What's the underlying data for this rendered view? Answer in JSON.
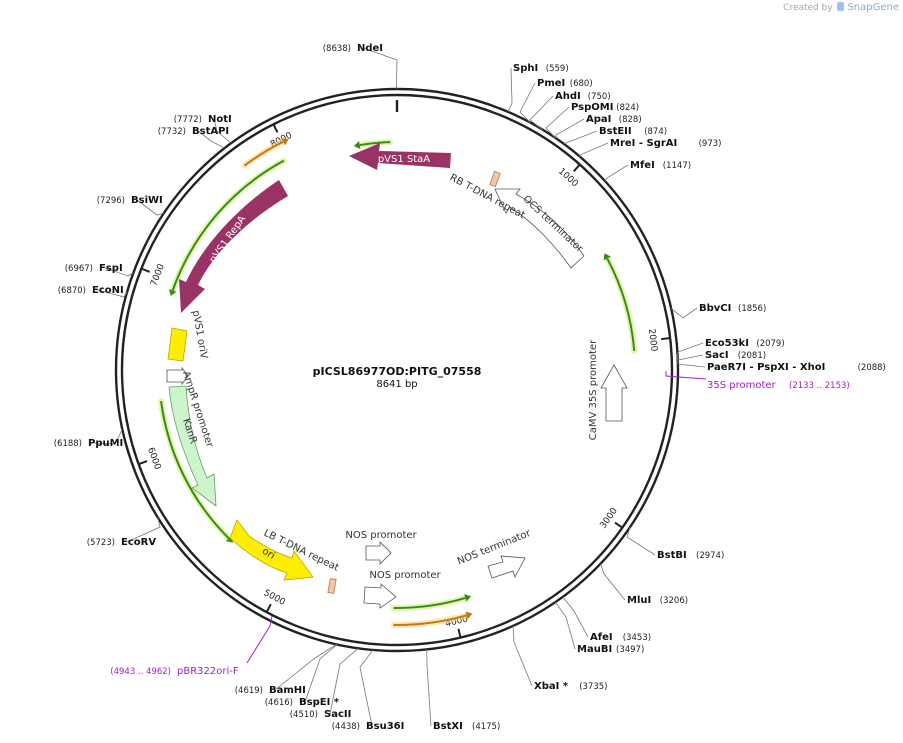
{
  "credit": {
    "prefix": "Created by",
    "brand": "SnapGene"
  },
  "plasmid": {
    "name": "pICSL86977OD:PITG_07558",
    "length_label": "8641 bp",
    "length": 8641
  },
  "ticks": [
    {
      "label": "1000",
      "pos": 1000
    },
    {
      "label": "2000",
      "pos": 2000
    },
    {
      "label": "3000",
      "pos": 3000
    },
    {
      "label": "4000",
      "pos": 4000
    },
    {
      "label": "5000",
      "pos": 5000
    },
    {
      "label": "6000",
      "pos": 6000
    },
    {
      "label": "7000",
      "pos": 7000
    },
    {
      "label": "8000",
      "pos": 8000
    }
  ],
  "sites": [
    {
      "name": "NdeI",
      "pos_label": "(8638)",
      "pos": 8638,
      "side": "left"
    },
    {
      "name": "SphI",
      "pos_label": "(559)",
      "pos": 559,
      "side": "right"
    },
    {
      "name": "PmeI",
      "pos_label": "(680)",
      "pos": 680,
      "side": "right"
    },
    {
      "name": "AhdI",
      "pos_label": "(750)",
      "pos": 750,
      "side": "right"
    },
    {
      "name": "PspOMI",
      "pos_label": "(824)",
      "pos": 824,
      "side": "right"
    },
    {
      "name": "ApaI",
      "pos_label": "(828)",
      "pos": 828,
      "side": "right"
    },
    {
      "name": "BstEII",
      "pos_label": "(874)",
      "pos": 874,
      "side": "right"
    },
    {
      "name": "MreI  - SgrAI",
      "pos_label": "(973)",
      "pos": 973,
      "side": "right"
    },
    {
      "name": "MfeI",
      "pos_label": "(1147)",
      "pos": 1147,
      "side": "right"
    },
    {
      "name": "BbvCI",
      "pos_label": "(1856)",
      "pos": 1856,
      "side": "right"
    },
    {
      "name": "Eco53kI",
      "pos_label": "(2079)",
      "pos": 2079,
      "side": "right"
    },
    {
      "name": "SacI",
      "pos_label": "(2081)",
      "pos": 2081,
      "side": "right"
    },
    {
      "name": "PaeR7I  - PspXI  - XhoI",
      "pos_label": "(2088)",
      "pos": 2088,
      "side": "right"
    },
    {
      "name": "BstBI",
      "pos_label": "(2974)",
      "pos": 2974,
      "side": "right"
    },
    {
      "name": "MluI",
      "pos_label": "(3206)",
      "pos": 3206,
      "side": "right"
    },
    {
      "name": "AfeI",
      "pos_label": "(3453)",
      "pos": 3453,
      "side": "right"
    },
    {
      "name": "MauBI",
      "pos_label": "(3497)",
      "pos": 3497,
      "side": "right"
    },
    {
      "name": "XbaI *",
      "pos_label": "(3735)",
      "pos": 3735,
      "side": "right"
    },
    {
      "name": "BstXI",
      "pos_label": "(4175)",
      "pos": 4175,
      "side": "right"
    },
    {
      "name": "Bsu36I",
      "pos_label": "(4438)",
      "pos": 4438,
      "side": "left"
    },
    {
      "name": "SacII",
      "pos_label": "(4510)",
      "pos": 4510,
      "side": "left"
    },
    {
      "name": "BspEI *",
      "pos_label": "(4616)",
      "pos": 4616,
      "side": "left"
    },
    {
      "name": "BamHI",
      "pos_label": "(4619)",
      "pos": 4619,
      "side": "left"
    },
    {
      "name": "EcoRV",
      "pos_label": "(5723)",
      "pos": 5723,
      "side": "left"
    },
    {
      "name": "PpuMI",
      "pos_label": "(6188)",
      "pos": 6188,
      "side": "left"
    },
    {
      "name": "EcoNI",
      "pos_label": "(6870)",
      "pos": 6870,
      "side": "left"
    },
    {
      "name": "FspI",
      "pos_label": "(6967)",
      "pos": 6967,
      "side": "left"
    },
    {
      "name": "BsiWI",
      "pos_label": "(7296)",
      "pos": 7296,
      "side": "left"
    },
    {
      "name": "BstAPI",
      "pos_label": "(7732)",
      "pos": 7732,
      "side": "left"
    },
    {
      "name": "NotI",
      "pos_label": "(7772)",
      "pos": 7772,
      "side": "left"
    }
  ],
  "primers": [
    {
      "name": "35S promoter",
      "range_label": "(2133 .. 2153)",
      "color": "#a020c8"
    },
    {
      "name": "pBR322ori-F",
      "range_label": "(4943 .. 4962)",
      "color": "#a020c8"
    }
  ],
  "features": [
    {
      "name": "pVS1 StaA",
      "kind": "cds",
      "color": "#993366"
    },
    {
      "name": "pVS1 RepA",
      "kind": "cds",
      "color": "#993366"
    },
    {
      "name": "pVS1 oriV",
      "kind": "rep_origin",
      "color": "#ffee00"
    },
    {
      "name": "AmpR promoter",
      "kind": "promoter",
      "color": "#ffffff"
    },
    {
      "name": "KanR",
      "kind": "cds",
      "color": "#ccf5cc"
    },
    {
      "name": "ori",
      "kind": "rep_origin",
      "color": "#ffee00"
    },
    {
      "name": "LB T-DNA repeat",
      "kind": "repeat",
      "color": "#f0c8a8"
    },
    {
      "name": "NOS promoter",
      "kind": "promoter",
      "color": "#ffffff"
    },
    {
      "name": "NOS promoter",
      "kind": "promoter",
      "color": "#ffffff"
    },
    {
      "name": "NOS terminator",
      "kind": "terminator",
      "color": "#ffffff"
    },
    {
      "name": "CaMV 35S promoter",
      "kind": "promoter",
      "color": "#ffffff"
    },
    {
      "name": "OCS terminator",
      "kind": "terminator",
      "color": "#ffffff"
    },
    {
      "name": "RB T-DNA repeat",
      "kind": "repeat",
      "color": "#f0c8a8"
    }
  ],
  "colors": {
    "backbone": "#222222",
    "cds": "#993366",
    "origin": "#ffee00",
    "kanr": "#ccf5cc",
    "repeat": "#f0c8a8",
    "orf_green": "#3a8a1a",
    "orf_orange": "#c07a10",
    "primer": "#a020c8",
    "site_line": "#777777"
  }
}
